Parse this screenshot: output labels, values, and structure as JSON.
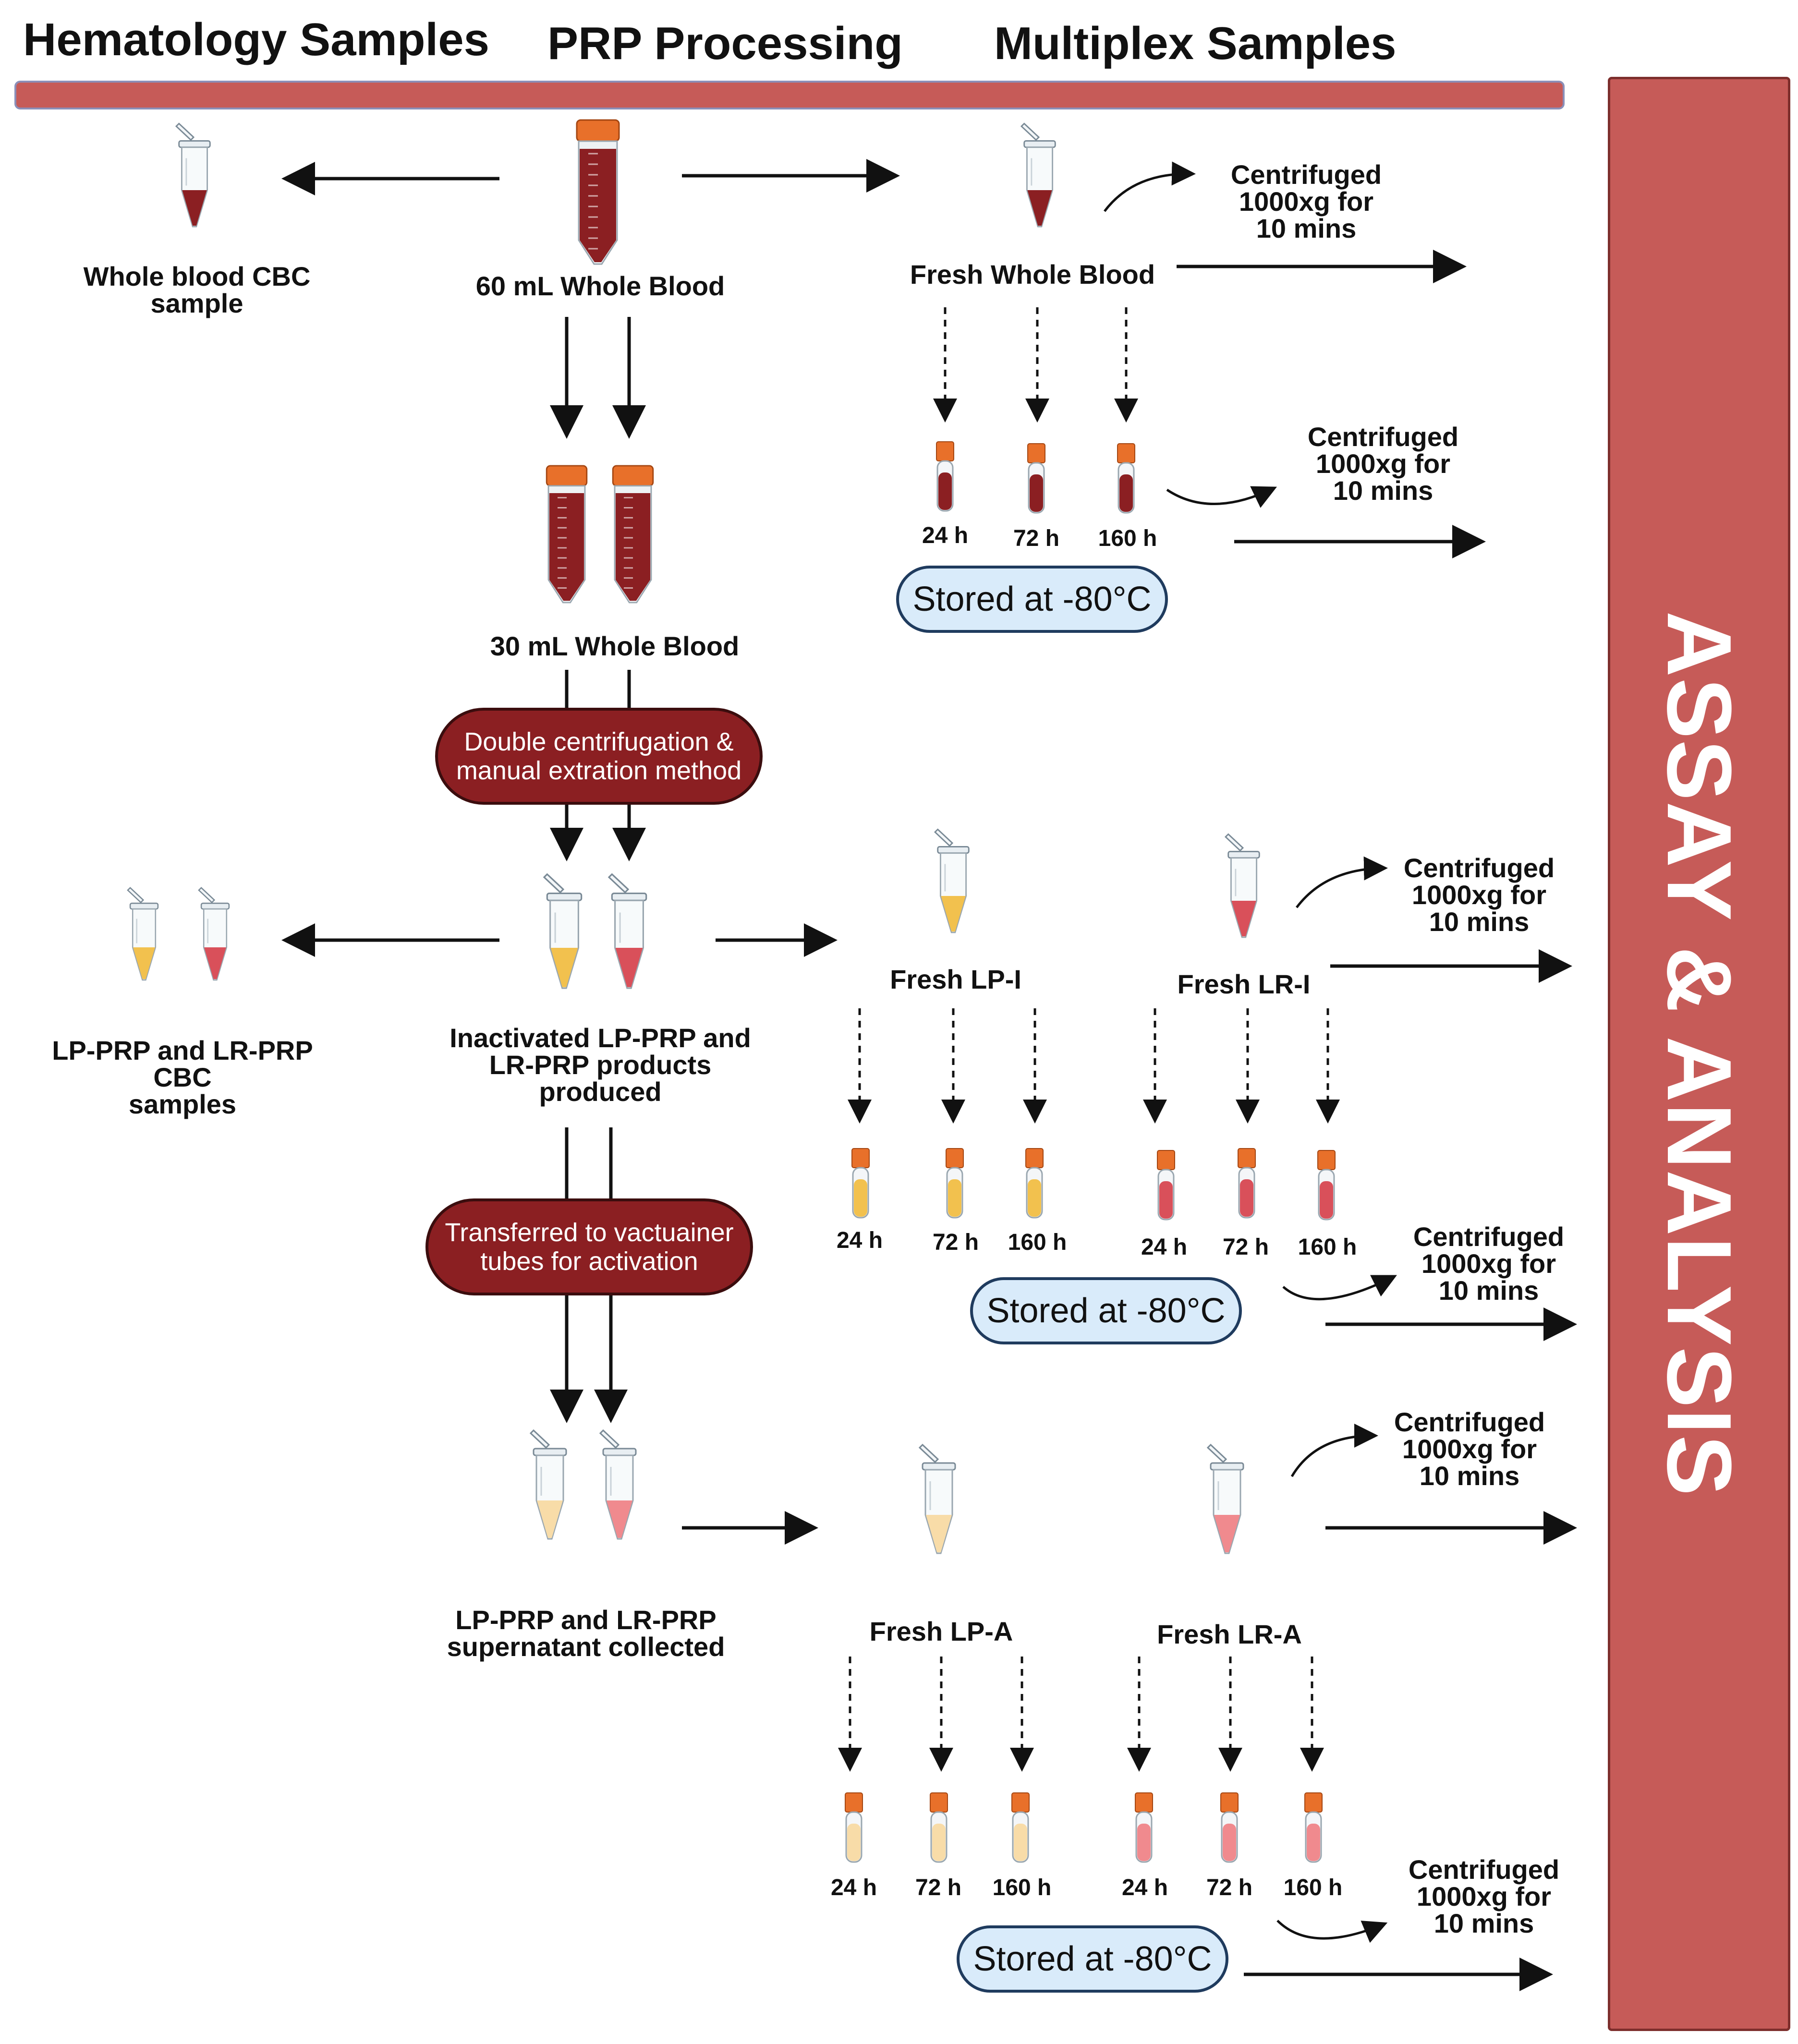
{
  "headers": {
    "hematology": "Hematology Samples",
    "prp": "PRP Processing",
    "multiplex": "Multiplex Samples"
  },
  "side_panel": "ASSAY & ANALYSIS",
  "labels": {
    "whole_blood_cbc": "Whole blood CBC\nsample",
    "whole_blood_60": "60 mL Whole Blood",
    "fresh_whole_blood": "Fresh Whole Blood",
    "whole_blood_30": "30 mL Whole Blood",
    "lp_lr_cbc": "LP-PRP and LR-PRP CBC\nsamples",
    "inactivated": "Inactivated LP-PRP and\nLR-PRP products\nproduced",
    "fresh_lp_i": "Fresh LP-I",
    "fresh_lr_i": "Fresh LR-I",
    "supernatant": "LP-PRP and LR-PRP\nsupernatant collected",
    "fresh_lp_a": "Fresh LP-A",
    "fresh_lr_a": "Fresh LR-A"
  },
  "process_steps": {
    "double_centrifugation": "Double centrifugation &\nmanual extration method",
    "transferred": "Transferred to vactuainer\ntubes for activation"
  },
  "centrifuged_text": "Centrifuged\n1000xg for\n10 mins",
  "stored_text": "Stored at -80°C",
  "time_points": [
    "24 h",
    "72 h",
    "160 h"
  ],
  "colors": {
    "accent_red": "#c65b58",
    "blood": "#8b1f22",
    "lp_yellow": "#f2c14e",
    "lr_red": "#d9505a",
    "lpa_cream": "#f8dca8",
    "lra_pink": "#f08a8e",
    "cap_orange": "#e8702a",
    "stored_fill": "#d9ebfa"
  }
}
